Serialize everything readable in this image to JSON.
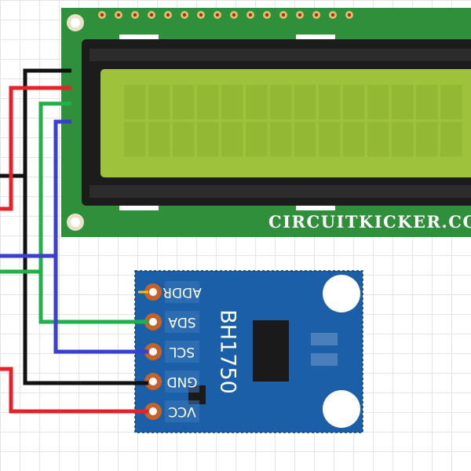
{
  "lcd": {
    "watermark": "CIRCUITKICKER.COM",
    "pcb_color": "#2f8f3a",
    "screen_color": "#9ec23c",
    "rows": 2,
    "columns": 14
  },
  "sensor": {
    "chip_label": "BH1750",
    "pcb_color": "#1b5fa8",
    "pins": [
      {
        "label": "ADDR"
      },
      {
        "label": "SDA"
      },
      {
        "label": "SCL"
      },
      {
        "label": "GND"
      },
      {
        "label": "VCC"
      }
    ]
  },
  "wires": [
    {
      "signal": "GND",
      "color": "#111111"
    },
    {
      "signal": "VCC",
      "color": "#e8202a"
    },
    {
      "signal": "SDA",
      "color": "#22b04a"
    },
    {
      "signal": "SCL",
      "color": "#3a3fcf"
    }
  ]
}
